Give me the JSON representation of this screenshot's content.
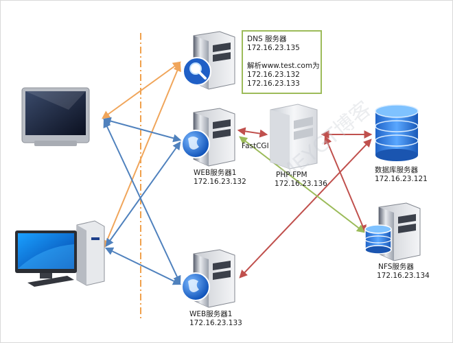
{
  "dns_box": {
    "title": "DNS 服务器",
    "ip": "172.16.23.135",
    "resolve_text": "解析www.test.com为",
    "resolve_ip1": "172.16.23.132",
    "resolve_ip2": "172.16.23.133"
  },
  "web1": {
    "name": "WEB服务器1",
    "ip": "172.16.23.132"
  },
  "web2": {
    "name": "WEB服务器1",
    "ip": "172.16.23.133"
  },
  "php": {
    "name": "PHP-FPM",
    "ip": "172.16.23.136"
  },
  "fastcgi_label": "FastCGI",
  "db": {
    "name": "数据库服务器",
    "ip": "172.16.23.121"
  },
  "nfs": {
    "name": "NFS服务器",
    "ip": "172.16.23.134"
  },
  "colors": {
    "orange_link": "#f0a55a",
    "blue_link": "#4f81bd",
    "red_link": "#c0504d",
    "green_link": "#9bbb59",
    "divider": "#f0a04b",
    "dns_box_border": "#9cbb59"
  }
}
